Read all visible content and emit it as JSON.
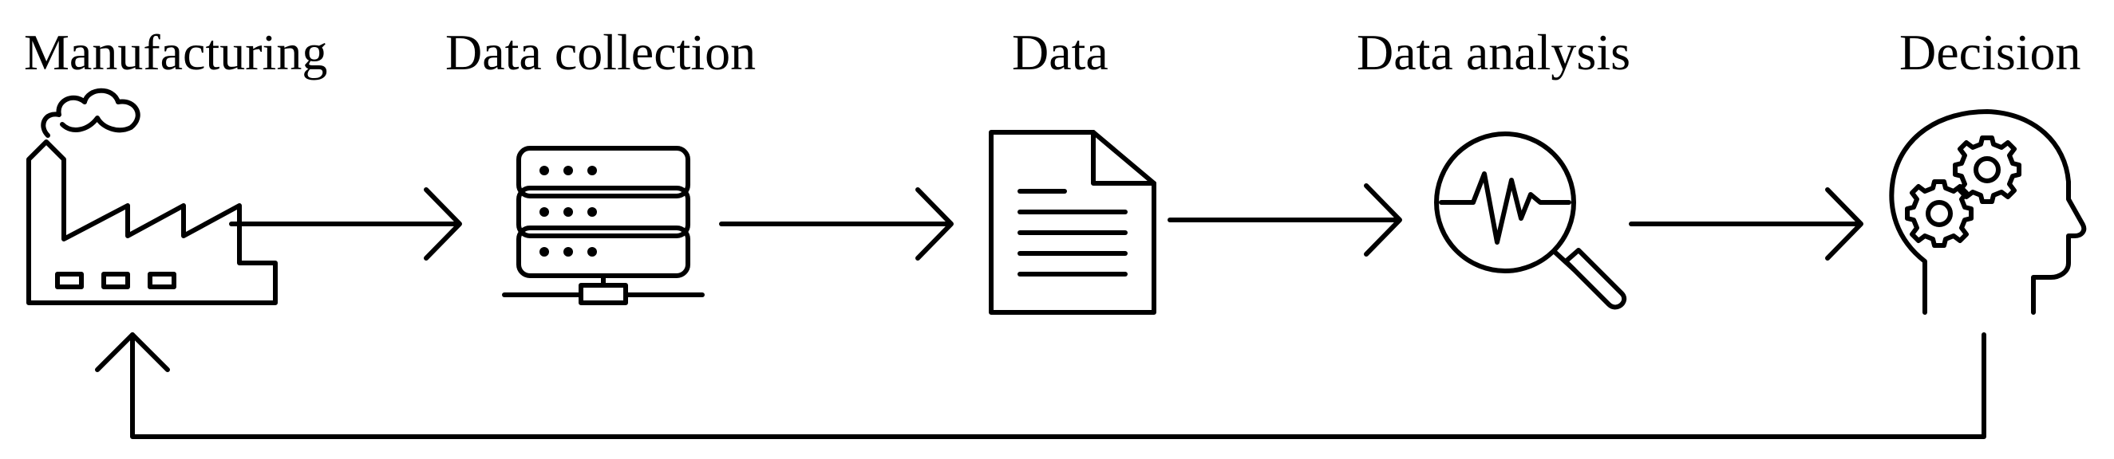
{
  "stages": [
    {
      "label": "Manufacturing",
      "icon": "factory-icon"
    },
    {
      "label": "Data collection",
      "icon": "server-icon"
    },
    {
      "label": "Data",
      "icon": "document-icon"
    },
    {
      "label": "Data analysis",
      "icon": "magnifier-waveform-icon"
    },
    {
      "label": "Decision",
      "icon": "head-gears-icon"
    }
  ],
  "colors": {
    "stroke": "#000000",
    "background": "#ffffff"
  }
}
